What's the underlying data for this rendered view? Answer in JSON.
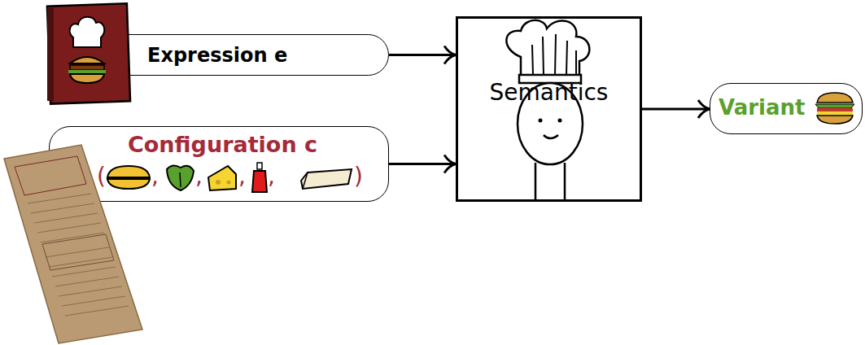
{
  "diagram": {
    "nodes": [
      {
        "text": [
          "Expression e"
        ]
      },
      {
        "text": [
          "Configuration c",
          "(",
          ",",
          ",",
          ",",
          ",",
          ")"
        ]
      },
      {
        "text": [
          "Semantics"
        ]
      },
      {
        "text": [
          "Variant"
        ]
      }
    ],
    "edges": [
      {
        "from": 0,
        "to": 2,
        "arrow": "to"
      },
      {
        "from": 1,
        "to": 2,
        "arrow": "to"
      },
      {
        "from": 2,
        "to": 3,
        "arrow": "to"
      }
    ]
  }
}
